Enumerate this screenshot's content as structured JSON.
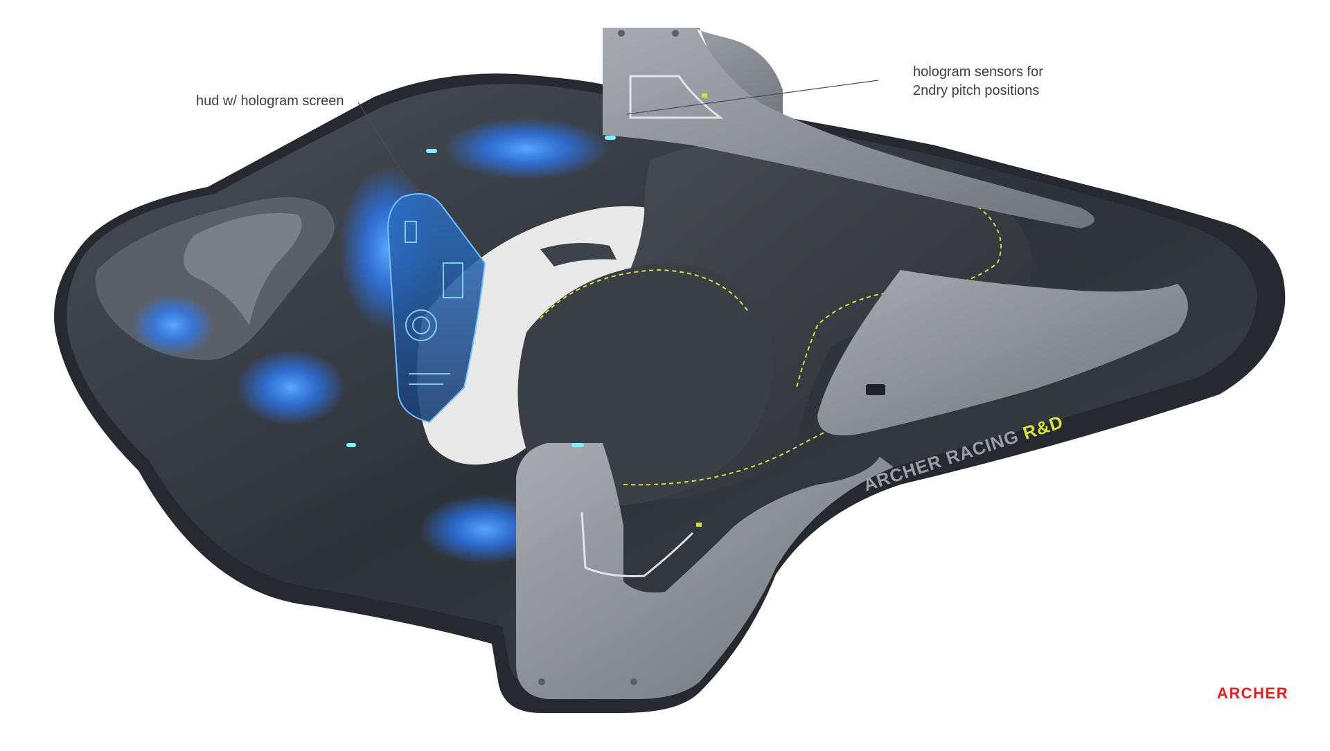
{
  "annotations": {
    "hud": "hud w/ hologram screen",
    "sensors_line1": "hologram sensors for",
    "sensors_line2": "2ndry pitch positions"
  },
  "body_marking": {
    "main": "ARCHER RACING ",
    "accent": "R&D"
  },
  "brand": {
    "logo_text": "ARCHER"
  },
  "colors": {
    "shell_dark": "#2f333b",
    "panel_grey": "#8c9096",
    "seat_dark": "#3a3e45",
    "accent_yellow": "#d6e23a",
    "glow_blue": "#2a7cff",
    "brand_red": "#e3201b",
    "annotation_text": "#3a3d44"
  }
}
